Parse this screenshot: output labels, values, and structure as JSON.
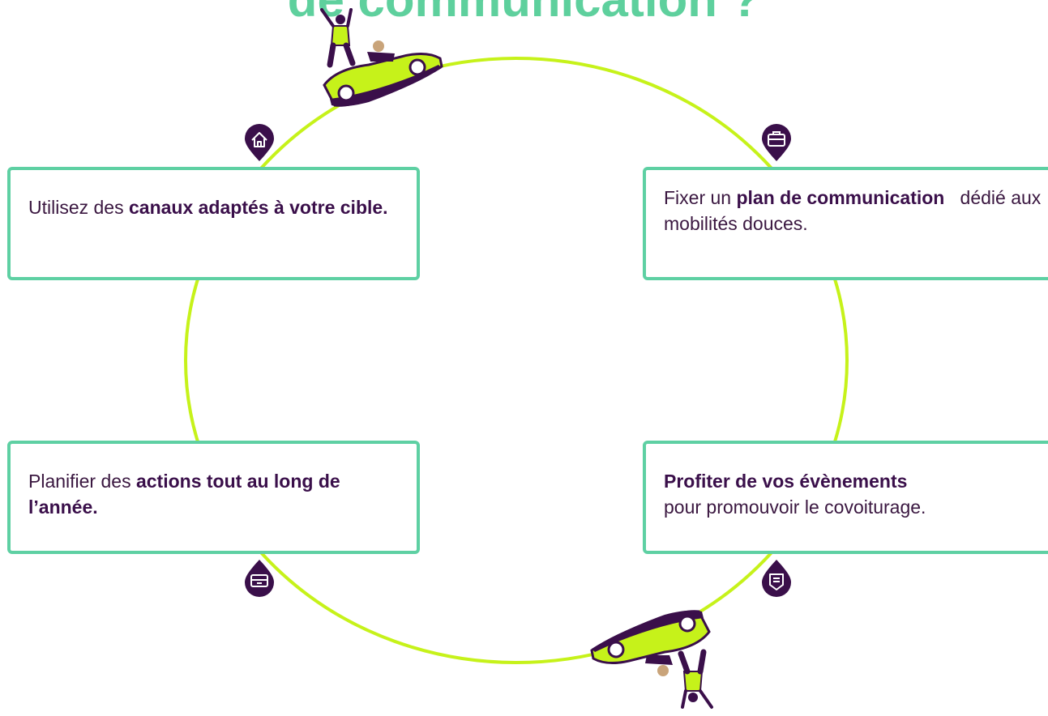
{
  "header": {
    "title_partial": "de communication ?"
  },
  "steps": [
    {
      "id": "top-left",
      "text_before": "Utilisez des ",
      "text_bold": "canaux adaptés à votre cible.",
      "text_after": "",
      "icon": "home-icon"
    },
    {
      "id": "top-right",
      "text_before": "Fixer un ",
      "text_bold": "plan de communication",
      "text_after": "   dédié aux mobilités douces.",
      "icon": "briefcase-icon"
    },
    {
      "id": "bottom-left",
      "text_before": "Planifier des ",
      "text_bold": "actions tout au long de l’année.",
      "text_after": "",
      "icon": "monitor-icon"
    },
    {
      "id": "bottom-right",
      "text_before": "",
      "text_bold": "Profiter de vos évènements",
      "text_after": " pour promouvoir le covoiturage.",
      "icon": "event-badge-icon"
    }
  ],
  "colors": {
    "accent_green": "#5ed09d",
    "card_border": "#5ed0a3",
    "circle_line": "#c6f21a",
    "pin": "#3a0f4a",
    "text": "#3a1740"
  }
}
